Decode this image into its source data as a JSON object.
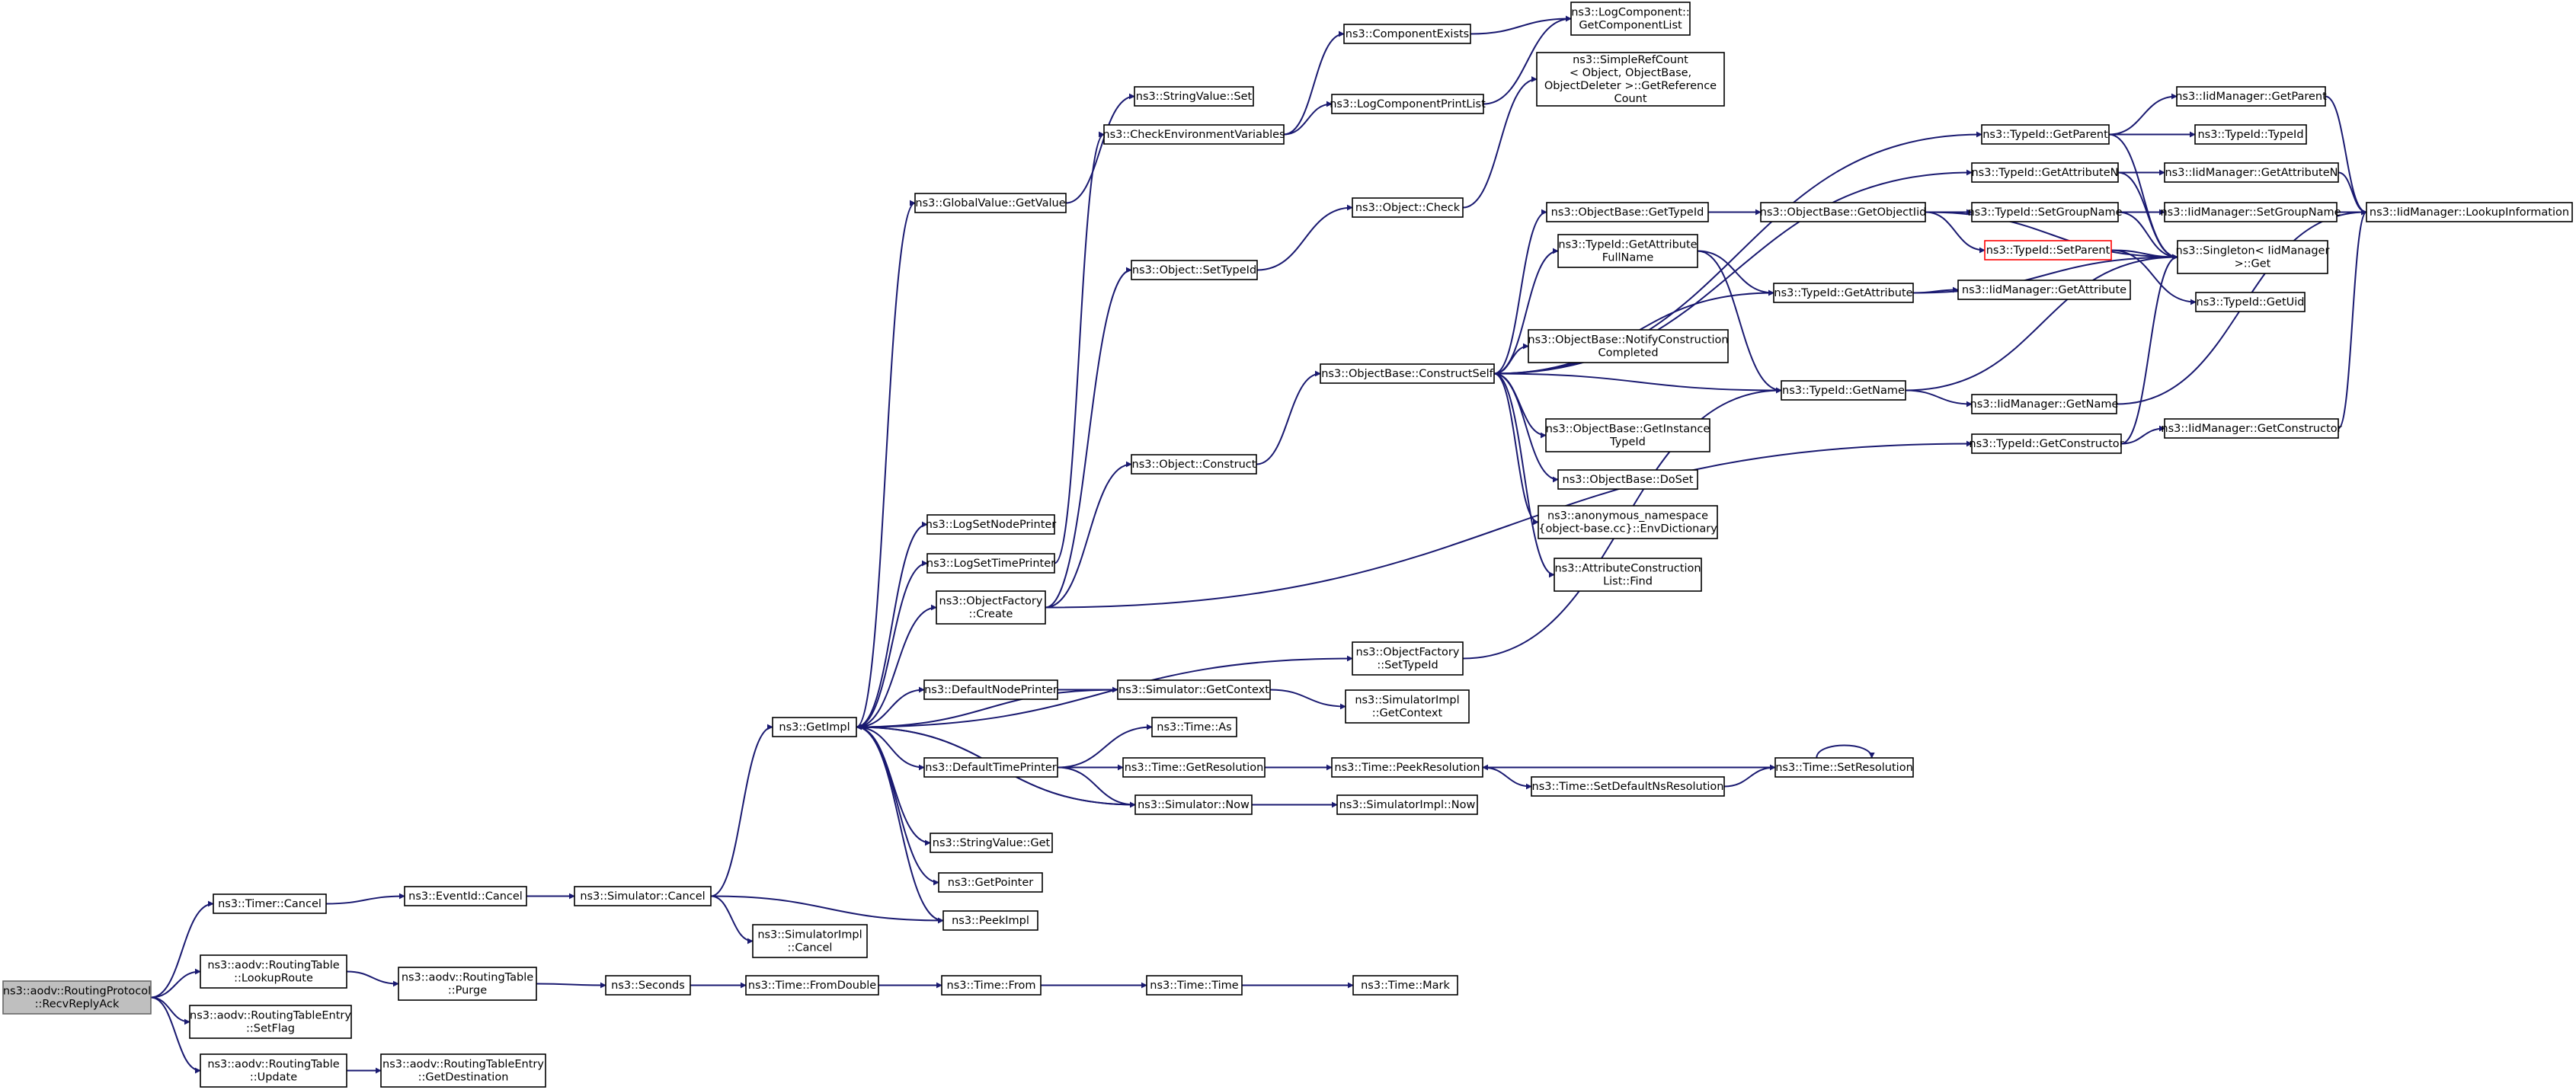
{
  "graph": {
    "colors": {
      "edge": "#191970",
      "node_border": "#000000",
      "root_fill": "#bfbfbf",
      "highlight_border": "#ff0000"
    },
    "nodes": [
      {
        "id": "root",
        "lines": [
          "ns3::aodv::RoutingProtocol",
          "::RecvReplyAck"
        ],
        "style": "root"
      },
      {
        "id": "timer_cancel",
        "lines": [
          "ns3::Timer::Cancel"
        ]
      },
      {
        "id": "rt_lookup",
        "lines": [
          "ns3::aodv::RoutingTable",
          "::LookupRoute"
        ]
      },
      {
        "id": "rte_setflag",
        "lines": [
          "ns3::aodv::RoutingTableEntry",
          "::SetFlag"
        ]
      },
      {
        "id": "rt_update",
        "lines": [
          "ns3::aodv::RoutingTable",
          "::Update"
        ]
      },
      {
        "id": "eventid_cancel",
        "lines": [
          "ns3::EventId::Cancel"
        ]
      },
      {
        "id": "rt_purge",
        "lines": [
          "ns3::aodv::RoutingTable",
          "::Purge"
        ]
      },
      {
        "id": "rte_getdest",
        "lines": [
          "ns3::aodv::RoutingTableEntry",
          "::GetDestination"
        ]
      },
      {
        "id": "sim_cancel",
        "lines": [
          "ns3::Simulator::Cancel"
        ]
      },
      {
        "id": "seconds",
        "lines": [
          "ns3::Seconds"
        ]
      },
      {
        "id": "getimpl",
        "lines": [
          "ns3::GetImpl"
        ]
      },
      {
        "id": "simimpl_cancel",
        "lines": [
          "ns3::SimulatorImpl",
          "::Cancel"
        ]
      },
      {
        "id": "time_fromdouble",
        "lines": [
          "ns3::Time::FromDouble"
        ]
      },
      {
        "id": "globalvalue_getvalue",
        "lines": [
          "ns3::GlobalValue::GetValue"
        ]
      },
      {
        "id": "logsetnodeprinter",
        "lines": [
          "ns3::LogSetNodePrinter"
        ]
      },
      {
        "id": "logsettimeprinter",
        "lines": [
          "ns3::LogSetTimePrinter"
        ]
      },
      {
        "id": "objectfactory_create",
        "lines": [
          "ns3::ObjectFactory",
          "::Create"
        ]
      },
      {
        "id": "defaultnodeprinter",
        "lines": [
          "ns3::DefaultNodePrinter"
        ]
      },
      {
        "id": "defaulttimeprinter",
        "lines": [
          "ns3::DefaultTimePrinter"
        ]
      },
      {
        "id": "stringvalue_get",
        "lines": [
          "ns3::StringValue::Get"
        ]
      },
      {
        "id": "getpointer",
        "lines": [
          "ns3::GetPointer"
        ]
      },
      {
        "id": "peekimpl",
        "lines": [
          "ns3::PeekImpl"
        ]
      },
      {
        "id": "time_from",
        "lines": [
          "ns3::Time::From"
        ]
      },
      {
        "id": "stringvalue_set",
        "lines": [
          "ns3::StringValue::Set"
        ]
      },
      {
        "id": "checkenv",
        "lines": [
          "ns3::CheckEnvironmentVariables"
        ]
      },
      {
        "id": "object_settypeid",
        "lines": [
          "ns3::Object::SetTypeId"
        ]
      },
      {
        "id": "object_construct",
        "lines": [
          "ns3::Object::Construct"
        ]
      },
      {
        "id": "sim_getcontext",
        "lines": [
          "ns3::Simulator::GetContext"
        ]
      },
      {
        "id": "time_as",
        "lines": [
          "ns3::Time::As"
        ]
      },
      {
        "id": "time_getresolution",
        "lines": [
          "ns3::Time::GetResolution"
        ]
      },
      {
        "id": "sim_now",
        "lines": [
          "ns3::Simulator::Now"
        ]
      },
      {
        "id": "time_time",
        "lines": [
          "ns3::Time::Time"
        ]
      },
      {
        "id": "componentexists",
        "lines": [
          "ns3::ComponentExists"
        ]
      },
      {
        "id": "logcomponentprintlist",
        "lines": [
          "ns3::LogComponentPrintList"
        ]
      },
      {
        "id": "object_check",
        "lines": [
          "ns3::Object::Check"
        ]
      },
      {
        "id": "objectbase_constructself",
        "lines": [
          "ns3::ObjectBase::ConstructSelf"
        ]
      },
      {
        "id": "objectfactory_settypeid",
        "lines": [
          "ns3::ObjectFactory",
          "::SetTypeId"
        ]
      },
      {
        "id": "simimpl_getcontext",
        "lines": [
          "ns3::SimulatorImpl",
          "::GetContext"
        ]
      },
      {
        "id": "time_peekresolution",
        "lines": [
          "ns3::Time::PeekResolution"
        ]
      },
      {
        "id": "simimpl_now",
        "lines": [
          "ns3::SimulatorImpl::Now"
        ]
      },
      {
        "id": "time_mark",
        "lines": [
          "ns3::Time::Mark"
        ]
      },
      {
        "id": "logcomponent_getlist",
        "lines": [
          "ns3::LogComponent::",
          "GetComponentList"
        ]
      },
      {
        "id": "simplerefcount",
        "lines": [
          "ns3::SimpleRefCount",
          "< Object, ObjectBase,",
          "ObjectDeleter >::GetReference",
          "Count"
        ]
      },
      {
        "id": "objectbase_gettypeid",
        "lines": [
          "ns3::ObjectBase::GetTypeId"
        ]
      },
      {
        "id": "typeid_getattributefullname",
        "lines": [
          "ns3::TypeId::GetAttribute",
          "FullName"
        ]
      },
      {
        "id": "objectbase_notifyconstruction",
        "lines": [
          "ns3::ObjectBase::NotifyConstruction",
          "Completed"
        ]
      },
      {
        "id": "objectbase_getinstancetypeid",
        "lines": [
          "ns3::ObjectBase::GetInstance",
          "TypeId"
        ]
      },
      {
        "id": "objectbase_doset",
        "lines": [
          "ns3::ObjectBase::DoSet"
        ]
      },
      {
        "id": "anon_envdictionary",
        "lines": [
          "ns3::anonymous_namespace",
          "{object-base.cc}::EnvDictionary"
        ]
      },
      {
        "id": "attrconstructionlist_find",
        "lines": [
          "ns3::AttributeConstruction",
          "List::Find"
        ]
      },
      {
        "id": "time_setdefaultnsresolution",
        "lines": [
          "ns3::Time::SetDefaultNsResolution"
        ]
      },
      {
        "id": "objectbase_getobjectiid",
        "lines": [
          "ns3::ObjectBase::GetObjectIid"
        ]
      },
      {
        "id": "typeid_getattribute",
        "lines": [
          "ns3::TypeId::GetAttribute"
        ]
      },
      {
        "id": "typeid_getname",
        "lines": [
          "ns3::TypeId::GetName"
        ]
      },
      {
        "id": "time_setresolution",
        "lines": [
          "ns3::Time::SetResolution"
        ]
      },
      {
        "id": "typeid_getparent",
        "lines": [
          "ns3::TypeId::GetParent"
        ]
      },
      {
        "id": "typeid_getattributen",
        "lines": [
          "ns3::TypeId::GetAttributeN"
        ]
      },
      {
        "id": "typeid_setgroupname",
        "lines": [
          "ns3::TypeId::SetGroupName"
        ]
      },
      {
        "id": "typeid_setparent",
        "lines": [
          "ns3::TypeId::SetParent"
        ],
        "style": "red"
      },
      {
        "id": "iidmanager_getattribute",
        "lines": [
          "ns3::IidManager::GetAttribute"
        ]
      },
      {
        "id": "iidmanager_getname",
        "lines": [
          "ns3::IidManager::GetName"
        ]
      },
      {
        "id": "typeid_getconstructor",
        "lines": [
          "ns3::TypeId::GetConstructor"
        ]
      },
      {
        "id": "iidmanager_getparent",
        "lines": [
          "ns3::IidManager::GetParent"
        ]
      },
      {
        "id": "typeid_typeid",
        "lines": [
          "ns3::TypeId::TypeId"
        ]
      },
      {
        "id": "iidmanager_getattributen",
        "lines": [
          "ns3::IidManager::GetAttributeN"
        ]
      },
      {
        "id": "iidmanager_setgroupname",
        "lines": [
          "ns3::IidManager::SetGroupName"
        ]
      },
      {
        "id": "singleton_get",
        "lines": [
          "ns3::Singleton< IidManager",
          ">::Get"
        ]
      },
      {
        "id": "typeid_getuid",
        "lines": [
          "ns3::TypeId::GetUid"
        ]
      },
      {
        "id": "iidmanager_getconstructor",
        "lines": [
          "ns3::IidManager::GetConstructor"
        ]
      },
      {
        "id": "iidmanager_lookupinformation",
        "lines": [
          "ns3::IidManager::LookupInformation"
        ]
      }
    ],
    "edges": [
      [
        "root",
        "timer_cancel"
      ],
      [
        "root",
        "rt_lookup"
      ],
      [
        "root",
        "rte_setflag"
      ],
      [
        "root",
        "rt_update"
      ],
      [
        "timer_cancel",
        "eventid_cancel"
      ],
      [
        "eventid_cancel",
        "sim_cancel"
      ],
      [
        "sim_cancel",
        "getimpl"
      ],
      [
        "sim_cancel",
        "simimpl_cancel"
      ],
      [
        "sim_cancel",
        "peekimpl"
      ],
      [
        "rt_lookup",
        "rt_purge"
      ],
      [
        "rt_purge",
        "seconds"
      ],
      [
        "seconds",
        "time_fromdouble"
      ],
      [
        "time_fromdouble",
        "time_from"
      ],
      [
        "time_from",
        "time_time"
      ],
      [
        "time_time",
        "time_mark"
      ],
      [
        "rt_update",
        "rte_getdest"
      ],
      [
        "getimpl",
        "globalvalue_getvalue"
      ],
      [
        "getimpl",
        "logsetnodeprinter"
      ],
      [
        "getimpl",
        "logsettimeprinter"
      ],
      [
        "getimpl",
        "objectfactory_create"
      ],
      [
        "getimpl",
        "objectfactory_settypeid"
      ],
      [
        "getimpl",
        "defaultnodeprinter"
      ],
      [
        "getimpl",
        "defaulttimeprinter"
      ],
      [
        "getimpl",
        "sim_now"
      ],
      [
        "getimpl",
        "stringvalue_get"
      ],
      [
        "getimpl",
        "getpointer"
      ],
      [
        "getimpl",
        "peekimpl"
      ],
      [
        "globalvalue_getvalue",
        "stringvalue_set"
      ],
      [
        "logsettimeprinter",
        "checkenv"
      ],
      [
        "checkenv",
        "componentexists"
      ],
      [
        "checkenv",
        "logcomponentprintlist"
      ],
      [
        "componentexists",
        "logcomponent_getlist"
      ],
      [
        "logcomponentprintlist",
        "logcomponent_getlist"
      ],
      [
        "objectfactory_create",
        "object_settypeid"
      ],
      [
        "objectfactory_create",
        "object_construct"
      ],
      [
        "objectfactory_create",
        "typeid_getconstructor"
      ],
      [
        "object_settypeid",
        "object_check"
      ],
      [
        "object_check",
        "simplerefcount"
      ],
      [
        "object_construct",
        "objectbase_constructself"
      ],
      [
        "objectbase_constructself",
        "objectbase_gettypeid"
      ],
      [
        "objectbase_constructself",
        "typeid_getattributefullname"
      ],
      [
        "objectbase_constructself",
        "objectbase_notifyconstruction"
      ],
      [
        "objectbase_constructself",
        "objectbase_getinstancetypeid"
      ],
      [
        "objectbase_constructself",
        "objectbase_doset"
      ],
      [
        "objectbase_constructself",
        "anon_envdictionary"
      ],
      [
        "objectbase_constructself",
        "attrconstructionlist_find"
      ],
      [
        "objectbase_constructself",
        "typeid_getname"
      ],
      [
        "objectbase_constructself",
        "typeid_getattribute"
      ],
      [
        "objectbase_constructself",
        "typeid_getparent"
      ],
      [
        "objectbase_constructself",
        "typeid_getattributen"
      ],
      [
        "objectbase_gettypeid",
        "objectbase_getobjectiid"
      ],
      [
        "objectbase_getobjectiid",
        "typeid_setgroupname"
      ],
      [
        "objectbase_getobjectiid",
        "typeid_setparent"
      ],
      [
        "objectbase_getobjectiid",
        "singleton_get"
      ],
      [
        "typeid_getattributefullname",
        "typeid_getattribute"
      ],
      [
        "typeid_getattributefullname",
        "typeid_getname"
      ],
      [
        "typeid_getattribute",
        "iidmanager_getattribute"
      ],
      [
        "typeid_getattribute",
        "singleton_get"
      ],
      [
        "typeid_getname",
        "iidmanager_getname"
      ],
      [
        "typeid_getname",
        "singleton_get"
      ],
      [
        "typeid_getparent",
        "iidmanager_getparent"
      ],
      [
        "typeid_getparent",
        "typeid_typeid"
      ],
      [
        "typeid_getparent",
        "singleton_get"
      ],
      [
        "typeid_getattributen",
        "iidmanager_getattributen"
      ],
      [
        "typeid_getattributen",
        "singleton_get"
      ],
      [
        "typeid_setgroupname",
        "iidmanager_setgroupname"
      ],
      [
        "typeid_setgroupname",
        "singleton_get"
      ],
      [
        "typeid_setparent",
        "singleton_get"
      ],
      [
        "typeid_setparent",
        "typeid_getuid"
      ],
      [
        "typeid_getconstructor",
        "iidmanager_getconstructor"
      ],
      [
        "typeid_getconstructor",
        "singleton_get"
      ],
      [
        "iidmanager_getparent",
        "iidmanager_lookupinformation"
      ],
      [
        "iidmanager_getattributen",
        "iidmanager_lookupinformation"
      ],
      [
        "iidmanager_setgroupname",
        "iidmanager_lookupinformation"
      ],
      [
        "iidmanager_getname",
        "iidmanager_lookupinformation"
      ],
      [
        "iidmanager_getconstructor",
        "iidmanager_lookupinformation"
      ],
      [
        "defaultnodeprinter",
        "sim_getcontext"
      ],
      [
        "sim_getcontext",
        "getimpl"
      ],
      [
        "sim_getcontext",
        "simimpl_getcontext"
      ],
      [
        "defaulttimeprinter",
        "time_as"
      ],
      [
        "defaulttimeprinter",
        "time_getresolution"
      ],
      [
        "defaulttimeprinter",
        "sim_now"
      ],
      [
        "time_getresolution",
        "time_peekresolution"
      ],
      [
        "sim_now",
        "getimpl"
      ],
      [
        "sim_now",
        "simimpl_now"
      ],
      [
        "objectfactory_settypeid",
        "typeid_getname"
      ],
      [
        "time_peekresolution",
        "time_setdefaultnsresolution"
      ],
      [
        "time_setdefaultnsresolution",
        "time_setresolution"
      ],
      [
        "time_setresolution",
        "time_peekresolution"
      ],
      [
        "time_setresolution",
        "time_setresolution"
      ]
    ]
  }
}
